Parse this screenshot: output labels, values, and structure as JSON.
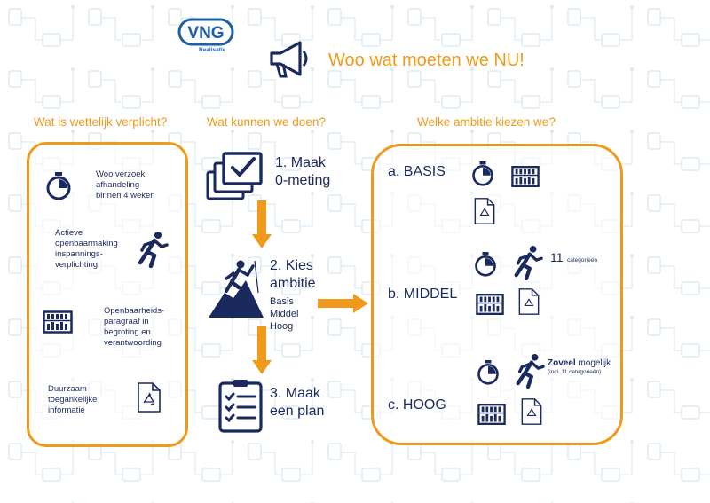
{
  "logo": {
    "name": "VNG",
    "sub": "Realisatie"
  },
  "title": "Woo wat moeten we NU!",
  "columns": {
    "left": "Wat is wettelijk verplicht?",
    "middle": "Wat kunnen we doen?",
    "right": "Welke ambitie kiezen we?"
  },
  "obligations": [
    {
      "lines": [
        "Woo verzoek",
        "afhandeling",
        "binnen 4 weken"
      ],
      "icon": "stopwatch-icon"
    },
    {
      "lines": [
        "Actieve",
        "openbaarmaking",
        "inspannings-",
        "verplichting"
      ],
      "icon": "runner-icon"
    },
    {
      "lines": [
        "Openbaarheids-",
        "paragraaf in",
        "begroting en",
        "verantwoording"
      ],
      "icon": "abacus-icon"
    },
    {
      "lines": [
        "Duurzaam",
        "toegankelijke",
        "informatie"
      ],
      "icon": "recycle-document-icon"
    }
  ],
  "steps": [
    {
      "title": [
        "1. Maak",
        "0-meting"
      ],
      "icon": "checkbox-stack-icon"
    },
    {
      "title": [
        "2. Kies",
        "ambitie"
      ],
      "options": [
        "Basis",
        "Middel",
        "Hoog"
      ],
      "icon": "climber-icon"
    },
    {
      "title": [
        "3. Maak",
        "een plan"
      ],
      "icon": "checklist-icon"
    }
  ],
  "levels": [
    {
      "label": "a. BASIS"
    },
    {
      "label": "b. MIDDEL",
      "count": "11",
      "count_note": "categorieën"
    },
    {
      "label": "c. HOOG",
      "bold": "Zoveel",
      "rest": " mogelijk",
      "note": "(incl. 11 categorieën)"
    }
  ],
  "colors": {
    "accent": "#ef9a1a",
    "navy": "#1a2a5e",
    "logo_blue": "#1d5fa8"
  }
}
